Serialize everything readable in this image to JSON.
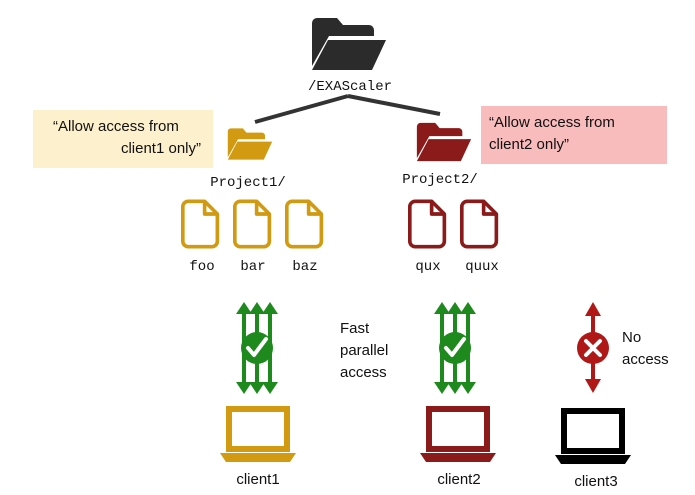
{
  "colors": {
    "root": "#2b2b2b",
    "project1": "#d19a10",
    "project2": "#8b1a1a",
    "allowed": "#1e8a1e",
    "denied": "#b01818",
    "client3": "#000000",
    "note1_bg": "#fdf0cc",
    "note2_bg": "#f8bcbc"
  },
  "root": {
    "label": "/EXAScaler",
    "icon": "folder-icon"
  },
  "projects": [
    {
      "label": "Project1/",
      "files": [
        "foo",
        "bar",
        "baz"
      ],
      "note": {
        "line1": "“Allow access from",
        "line2": "client1 only”"
      }
    },
    {
      "label": "Project2/",
      "files": [
        "qux",
        "quux"
      ],
      "note": {
        "line1": "“Allow access from",
        "line2": "client2 only”"
      }
    }
  ],
  "access": {
    "fast": {
      "line1": "Fast",
      "line2": "parallel",
      "line3": "access"
    },
    "none": {
      "line1": "No",
      "line2": "access"
    }
  },
  "clients": [
    "client1",
    "client2",
    "client3"
  ]
}
